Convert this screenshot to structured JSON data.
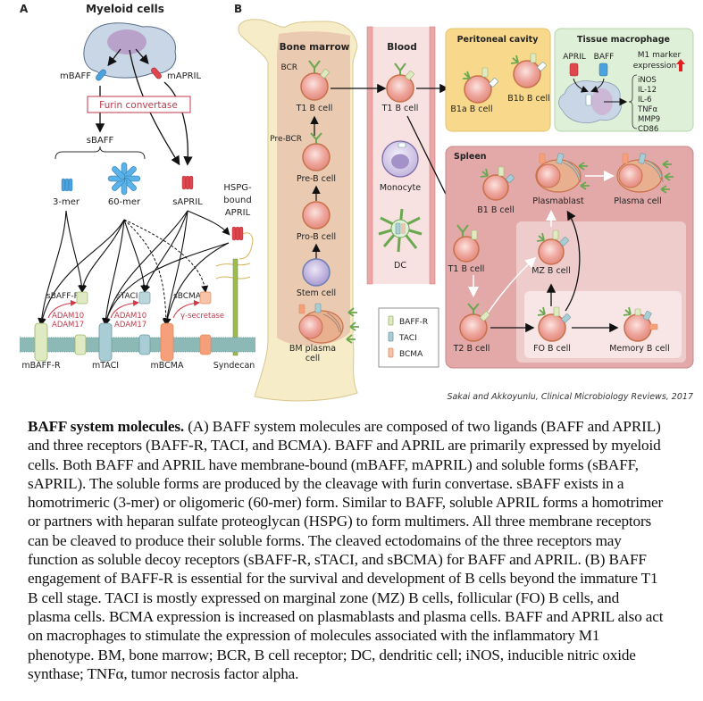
{
  "panel_a": {
    "label": "A",
    "title": "Myeloid cells",
    "mbaff": "mBAFF",
    "maprill": "mAPRIL",
    "furin": "Furin convertase",
    "sbaff": "sBAFF",
    "mer3": "3-mer",
    "mer60": "60-mer",
    "sapril": "sAPRIL",
    "hspg": [
      "HSPG-",
      "bound",
      "APRIL"
    ],
    "sbaffr": "sBAFF-R",
    "staci": "sTACI",
    "sbcma": "sBCMA",
    "adam10": "ADAM10",
    "adam17": "ADAM17",
    "gsecretase": "γ-secretase",
    "mbaffr": "mBAFF-R",
    "mtaci": "mTACI",
    "mbcma": "mBCMA",
    "syndecan": "Syndecan"
  },
  "panel_b": {
    "label": "B",
    "bone_marrow": "Bone marrow",
    "blood": "Blood",
    "bcr": "BCR",
    "pre_bcr": "Pre-BCR",
    "t1_bcell": "T1 B cell",
    "pre_b": "Pre-B cell",
    "pro_b": "Pro-B cell",
    "stem": "Stem cell",
    "bm_plasma": [
      "BM plasma",
      "cell"
    ],
    "monocyte": "Monocyte",
    "dc": "DC",
    "peritoneal": "Peritoneal cavity",
    "b1a": "B1a B cell",
    "b1b": "B1b B cell",
    "tissue_macrophage": "Tissue macrophage",
    "april": "APRIL",
    "baff": "BAFF",
    "m1_marker": [
      "M1 marker",
      "expression"
    ],
    "m1_markers_list": [
      "iNOS",
      "IL-12",
      "IL-6",
      "TNFα",
      "MMP9",
      "CD86"
    ],
    "spleen": "Spleen",
    "b1_bcell": "B1 B cell",
    "plasmablast": "Plasmablast",
    "plasma_cell": "Plasma cell",
    "t1_spleen": "T1 B cell",
    "mz_bcell": "MZ B cell",
    "t2_bcell": "T2 B cell",
    "fo_bcell": "FO B cell",
    "memory_bcell": "Memory B cell",
    "legend": [
      {
        "label": "BAFF-R",
        "color": "#b9d98a"
      },
      {
        "label": "TACI",
        "color": "#8cc4d2"
      },
      {
        "label": "BCMA",
        "color": "#f29a72"
      }
    ],
    "citation": "Sakai and Akkoyunlu, Clinical Microbiology Reviews, 2017"
  },
  "colors": {
    "baff_blue": "#4aa3df",
    "april_red": "#e0474c",
    "furin_red": "#c0394b",
    "receptor_green": "#6aa84f",
    "bone": "#f7ecc8",
    "marrow": "#e8c7ae",
    "blood": "#f8e1e1",
    "peritoneal": "#f8d98c",
    "macrophage_bg": "#dff0d8",
    "spleen": "#e3a9a9"
  },
  "caption": {
    "title": "BAFF system molecules.",
    "lines": [
      " (A) BAFF system molecules are composed of two ligands (BAFF and APRIL)",
      "and three receptors (BAFF-R, TACI, and BCMA). BAFF and APRIL are primarily expressed by myeloid",
      "cells. Both BAFF and APRIL have membrane-bound (mBAFF, mAPRIL) and soluble forms (sBAFF,",
      "sAPRIL). The soluble forms are produced by the cleavage with furin convertase. sBAFF exists in a",
      "homotrimeric (3-mer) or oligomeric (60-mer) form. Similar to BAFF, soluble APRIL forms a homotrimer",
      "or partners with heparan sulfate proteoglycan (HSPG) to form multimers. All three membrane receptors",
      "can be cleaved to produce their soluble forms. The cleaved ectodomains of the three receptors may",
      "function as soluble decoy receptors (sBAFF-R, sTACI, and sBCMA) for BAFF and APRIL. (B) BAFF",
      "engagement of BAFF-R is essential for the survival and development of B cells beyond the immature T1",
      "B cell stage. TACI is mostly expressed on marginal zone (MZ) B cells, follicular (FO) B cells, and",
      "plasma cells. BCMA expression is increased on plasmablasts and plasma cells. BAFF and APRIL also act",
      "on macrophages to stimulate the expression of molecules associated with the inflammatory M1",
      "phenotype. BM, bone marrow; BCR, B cell receptor; DC, dendritic cell; iNOS, inducible nitric oxide",
      "synthase;  TNFα, tumor necrosis factor alpha."
    ]
  }
}
